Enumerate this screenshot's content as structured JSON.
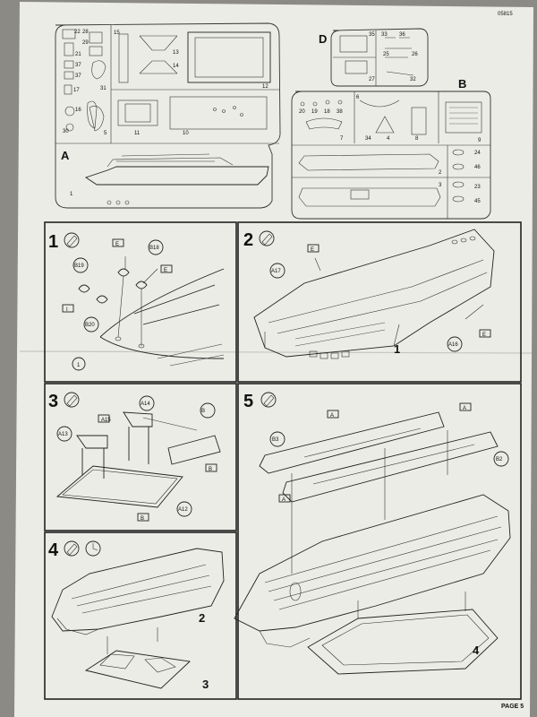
{
  "doc_code": "05815",
  "page_label": "PAGE 5",
  "sprues": {
    "A": {
      "letter": "A",
      "parts": [
        "22",
        "28",
        "29",
        "37",
        "37",
        "21",
        "17",
        "31",
        "16",
        "30",
        "15",
        "13",
        "14",
        "12",
        "5",
        "11",
        "10",
        "1"
      ]
    },
    "B": {
      "letter": "B",
      "parts": [
        "20",
        "19",
        "18",
        "38",
        "6",
        "7",
        "34",
        "4",
        "8",
        "9",
        "2",
        "3",
        "24",
        "46",
        "23",
        "45"
      ]
    },
    "D": {
      "letter": "D",
      "parts": [
        "35",
        "33",
        "36",
        "25",
        "26",
        "27",
        "32"
      ]
    }
  },
  "steps": [
    {
      "number": "1",
      "callouts": [
        "E",
        "B18",
        "B19",
        "E",
        "I",
        "B20"
      ],
      "part": "1"
    },
    {
      "number": "2",
      "callouts": [
        "E",
        "A17",
        "A16",
        "E"
      ],
      "part": "1"
    },
    {
      "number": "3",
      "callouts": [
        "A14",
        "A15",
        "B",
        "A13",
        "B",
        "A12",
        "B"
      ]
    },
    {
      "number": "4",
      "parts": [
        "2",
        "3"
      ]
    },
    {
      "number": "5",
      "callouts": [
        "A",
        "A",
        "B3",
        "B2",
        "A"
      ],
      "part": "4"
    }
  ],
  "colors": {
    "paper": "#ecece6",
    "ink": "#222222",
    "background": "#8c8a84"
  }
}
